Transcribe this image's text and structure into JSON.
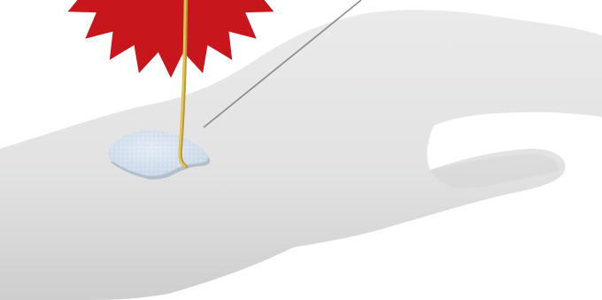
{
  "illustration": {
    "subject": "hand-and-forearm",
    "parts": [
      "red-starburst",
      "yellow-lead-wire",
      "electrode-patch",
      "leader-line"
    ]
  },
  "colors": {
    "background": "#ffffff",
    "skin": "#e3e2e2",
    "skin_shadow": "#cfcece",
    "skin_highlight": "#ebeaea",
    "starburst": "#c8161d",
    "wire": "#e2c35b",
    "wire_shadow": "#b89732",
    "patch_fill": "#c5d4e6",
    "patch_edge": "#9fb0c6",
    "patch_dots": "#e6edf6",
    "leader_line": "#8a8a8a"
  }
}
